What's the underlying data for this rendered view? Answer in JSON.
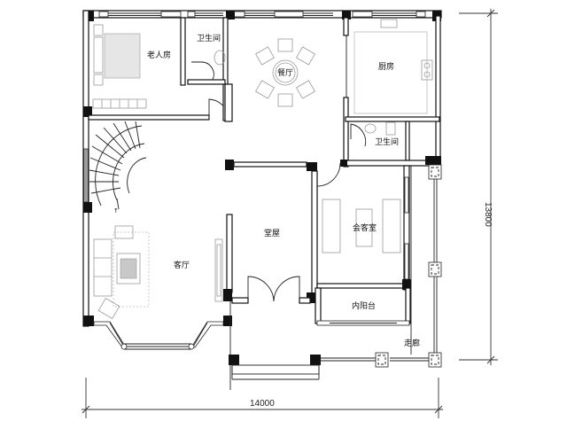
{
  "diagram": {
    "type": "floor-plan",
    "rooms": [
      {
        "id": "elder-bedroom",
        "label": "老人房"
      },
      {
        "id": "bathroom-top",
        "label": "卫生间"
      },
      {
        "id": "dining-room",
        "label": "餐厅"
      },
      {
        "id": "kitchen",
        "label": "厨房"
      },
      {
        "id": "bathroom-right",
        "label": "卫生间"
      },
      {
        "id": "living-room",
        "label": "客厅"
      },
      {
        "id": "main-hall",
        "label": "堂屋"
      },
      {
        "id": "reception-room",
        "label": "会客室"
      },
      {
        "id": "inner-balcony",
        "label": "内阳台"
      },
      {
        "id": "corridor",
        "label": "走廊"
      }
    ],
    "dimensions": {
      "width": "14000",
      "height": "13800"
    },
    "colors": {
      "wall": "#111111",
      "furniture": "#9a9a9a",
      "background": "#ffffff"
    }
  }
}
